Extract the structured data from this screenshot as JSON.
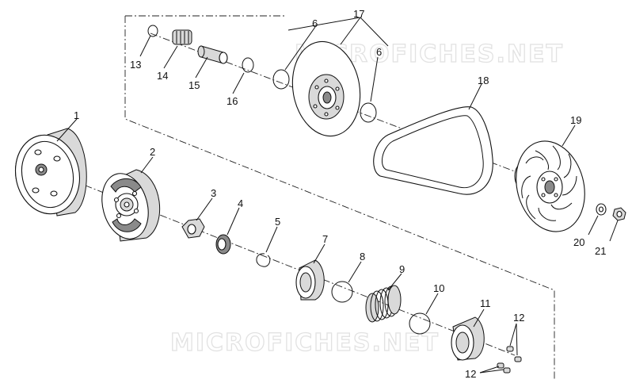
{
  "watermarks": [
    "MICROFICHES.NET",
    "MICROFICHES.NET"
  ],
  "parts": [
    {
      "number": "1"
    },
    {
      "number": "2"
    },
    {
      "number": "3"
    },
    {
      "number": "4"
    },
    {
      "number": "5"
    },
    {
      "number": "6"
    },
    {
      "number": "6"
    },
    {
      "number": "7"
    },
    {
      "number": "8"
    },
    {
      "number": "9"
    },
    {
      "number": "10"
    },
    {
      "number": "11"
    },
    {
      "number": "12"
    },
    {
      "number": "12"
    },
    {
      "number": "13"
    },
    {
      "number": "14"
    },
    {
      "number": "15"
    },
    {
      "number": "16"
    },
    {
      "number": "17"
    },
    {
      "number": "18"
    },
    {
      "number": "19"
    },
    {
      "number": "20"
    },
    {
      "number": "21"
    }
  ]
}
